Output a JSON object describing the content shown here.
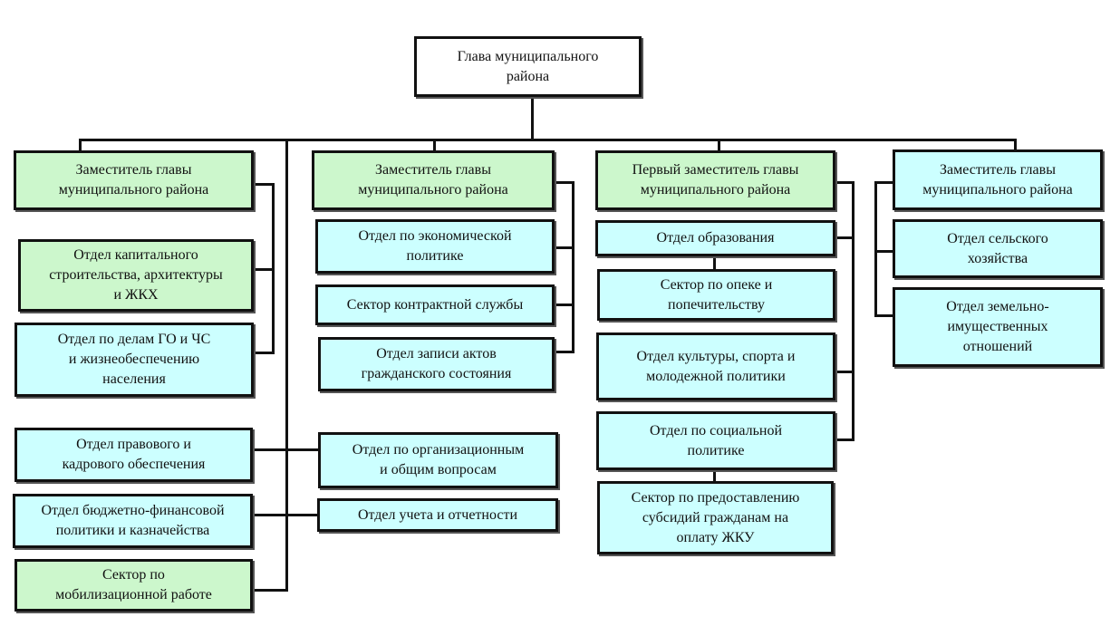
{
  "colors": {
    "green": "#ccf7cc",
    "blue": "#ccffff",
    "line": "#111111",
    "head": "#ffffff"
  },
  "head": {
    "label": "Глава муниципального\nрайона"
  },
  "columns": [
    {
      "deputy": "Заместитель главы\nмуниципального района",
      "units": [
        "Отдел капитального\nстроительства, архитектуры\nи ЖКХ",
        "Отдел по делам ГО и ЧС\nи жизнеобеспечению\nнаселения"
      ]
    },
    {
      "deputy": "Заместитель главы\nмуниципального района",
      "units": [
        "Отдел по экономической\nполитике",
        "Сектор контрактной службы",
        "Отдел записи актов\nгражданского состояния"
      ]
    },
    {
      "deputy": "Первый заместитель главы\nмуниципального района",
      "units": [
        "Отдел образования",
        "Сектор по опеке и\nпопечительству",
        "Отдел культуры, спорта и\nмолодежной политики",
        "Отдел по социальной\nполитике",
        "Сектор по предоставлению\nсубсидий гражданам на\nоплату ЖКУ"
      ]
    },
    {
      "deputy": "Заместитель главы\nмуниципального района",
      "units": [
        "Отдел сельского\nхозяйства",
        "Отдел земельно-\nимущественных\nотношений"
      ]
    }
  ],
  "direct": {
    "left": [
      "Отдел правового и\nкадрового обеспечения",
      "Отдел бюджетно-финансовой\nполитики и казначейства",
      "Сектор по\nмобилизационной работе"
    ],
    "right": [
      "Отдел по организационным\nи общим вопросам",
      "Отдел учета и отчетности"
    ]
  }
}
